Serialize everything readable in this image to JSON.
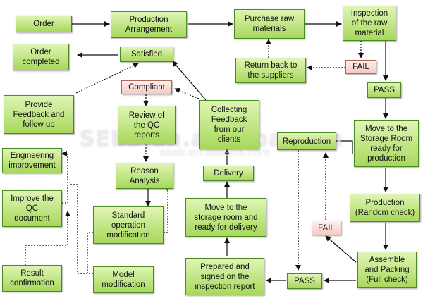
{
  "colors": {
    "box_fill_top": "#dff5b4",
    "box_fill_bottom": "#a7d85c",
    "box_border": "#4d8a1f",
    "alert_fill": "#f6c9c2",
    "arrow": "#111111"
  },
  "nodes": {
    "order": "Order",
    "production_arrangement": "Production\nArrangement",
    "purchase_raw": "Purchase raw\nmaterials",
    "inspection_raw": "Inspection\nof the raw\nmaterial",
    "order_completed": "Order\ncompleted",
    "satisfied": "Satisfied",
    "return_suppliers": "Return back to\nthe suppliers",
    "fail_top": "FAIL",
    "pass_top": "PASS",
    "compliant": "Compliant",
    "provide_feedback": "Provide\nFeedback and\nfollow up",
    "review_qc": "Review of\nthe QC\nreports",
    "collecting_feedback": "Collecting\nFeedback\nfrom our\nclients",
    "move_storage_room": "Move to the\nStorage Room\nready for\nproduction",
    "reproduction": "Reproduction",
    "engineering_improvement": "Engineering\nimprovement",
    "reason_analysis": "Reason\nAnalysis",
    "delivery": "Delivery",
    "improve_qc": "Improve the\nQC\ndocument",
    "production_random": "Production\n(Random check)",
    "move_storage_delivery": "Move to the\nstorage room and\nready for delivery",
    "standard_operation": "Standard\noperation\nmodification",
    "fail_mid": "FAIL",
    "result_confirmation": "Result\nconfirmation",
    "model_modification": "Model\nmodification",
    "prepared_signed": "Prepared and\nsigned on the\ninspection report",
    "pass_bottom": "PASS",
    "assemble_packing": "Assemble\nand Packing\n(Full check)"
  },
  "watermark": {
    "main": "SEEB.en.alibaba.com",
    "sub": "seeb.en.alibaba.com"
  }
}
